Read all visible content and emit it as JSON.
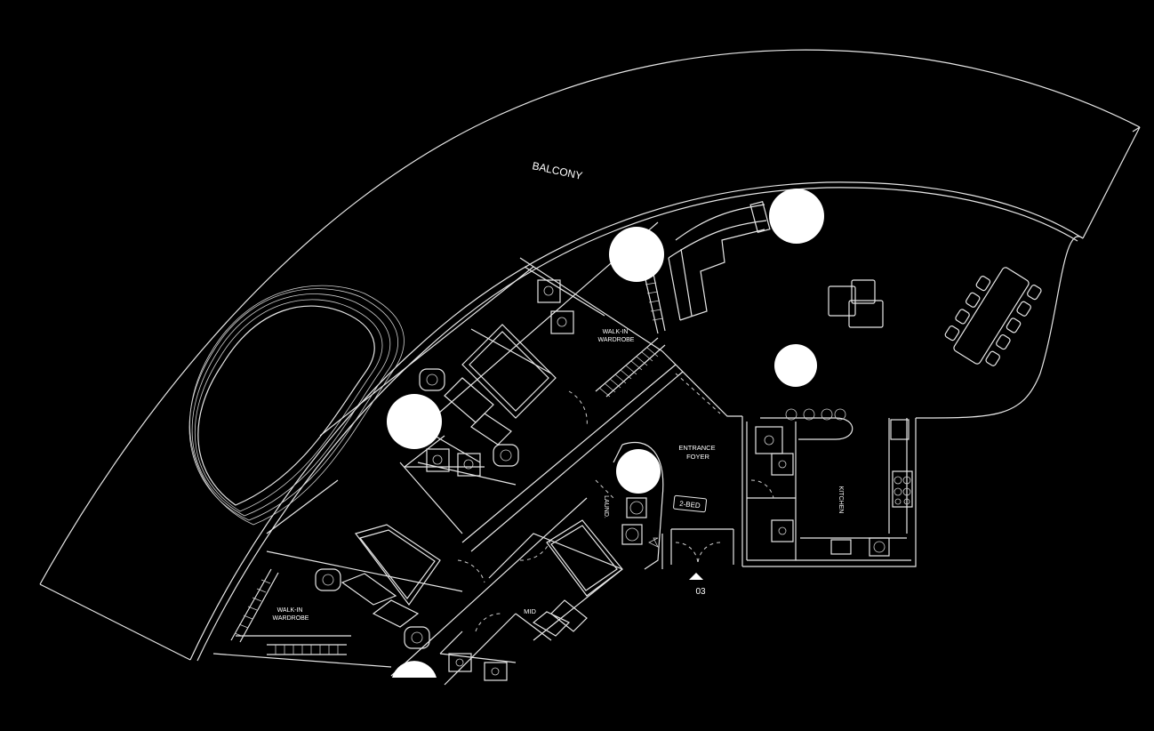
{
  "plan": {
    "labels": {
      "balcony": "BALCONY",
      "walkin_upper": "WALK-IN\nWARDROBE",
      "walkin_lower": "WALK-IN\nWARDROBE",
      "entrance": "ENTRANCE\nFOYER",
      "unit_type": "2-BED",
      "laundry": "LAUND.",
      "kitchen": "KITCHEN",
      "mid": "MID",
      "section_ref": "03"
    },
    "colors": {
      "background": "#000000",
      "lines": "#e6e6e6",
      "discs": "#ffffff"
    }
  }
}
